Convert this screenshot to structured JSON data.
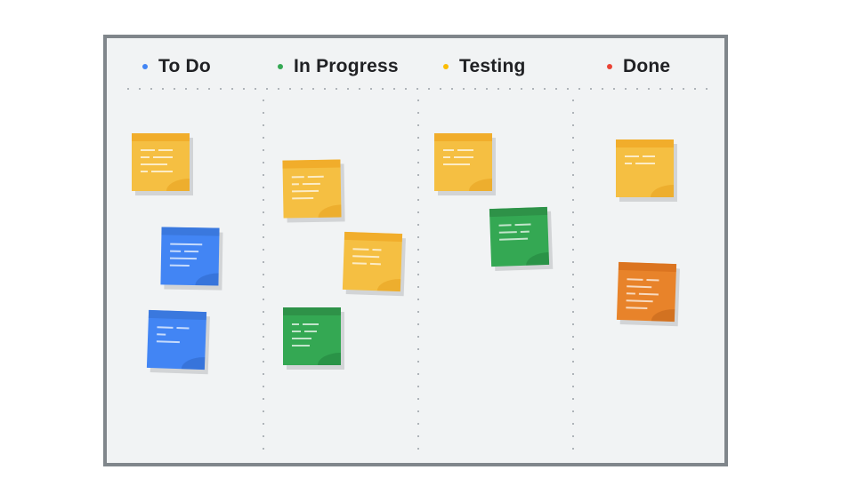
{
  "columns": [
    {
      "label": "To Do",
      "dot_color": "#4285f4"
    },
    {
      "label": "In Progress",
      "dot_color": "#34a853"
    },
    {
      "label": "Testing",
      "dot_color": "#fbbc04"
    },
    {
      "label": "Done",
      "dot_color": "#ea4335"
    }
  ],
  "notes": [
    {
      "column": "To Do",
      "color": "yellow"
    },
    {
      "column": "To Do",
      "color": "blue"
    },
    {
      "column": "To Do",
      "color": "blue"
    },
    {
      "column": "In Progress",
      "color": "yellow"
    },
    {
      "column": "In Progress",
      "color": "yellow"
    },
    {
      "column": "In Progress",
      "color": "green"
    },
    {
      "column": "Testing",
      "color": "yellow"
    },
    {
      "column": "Testing",
      "color": "green"
    },
    {
      "column": "Done",
      "color": "yellow"
    },
    {
      "column": "Done",
      "color": "orange"
    }
  ]
}
